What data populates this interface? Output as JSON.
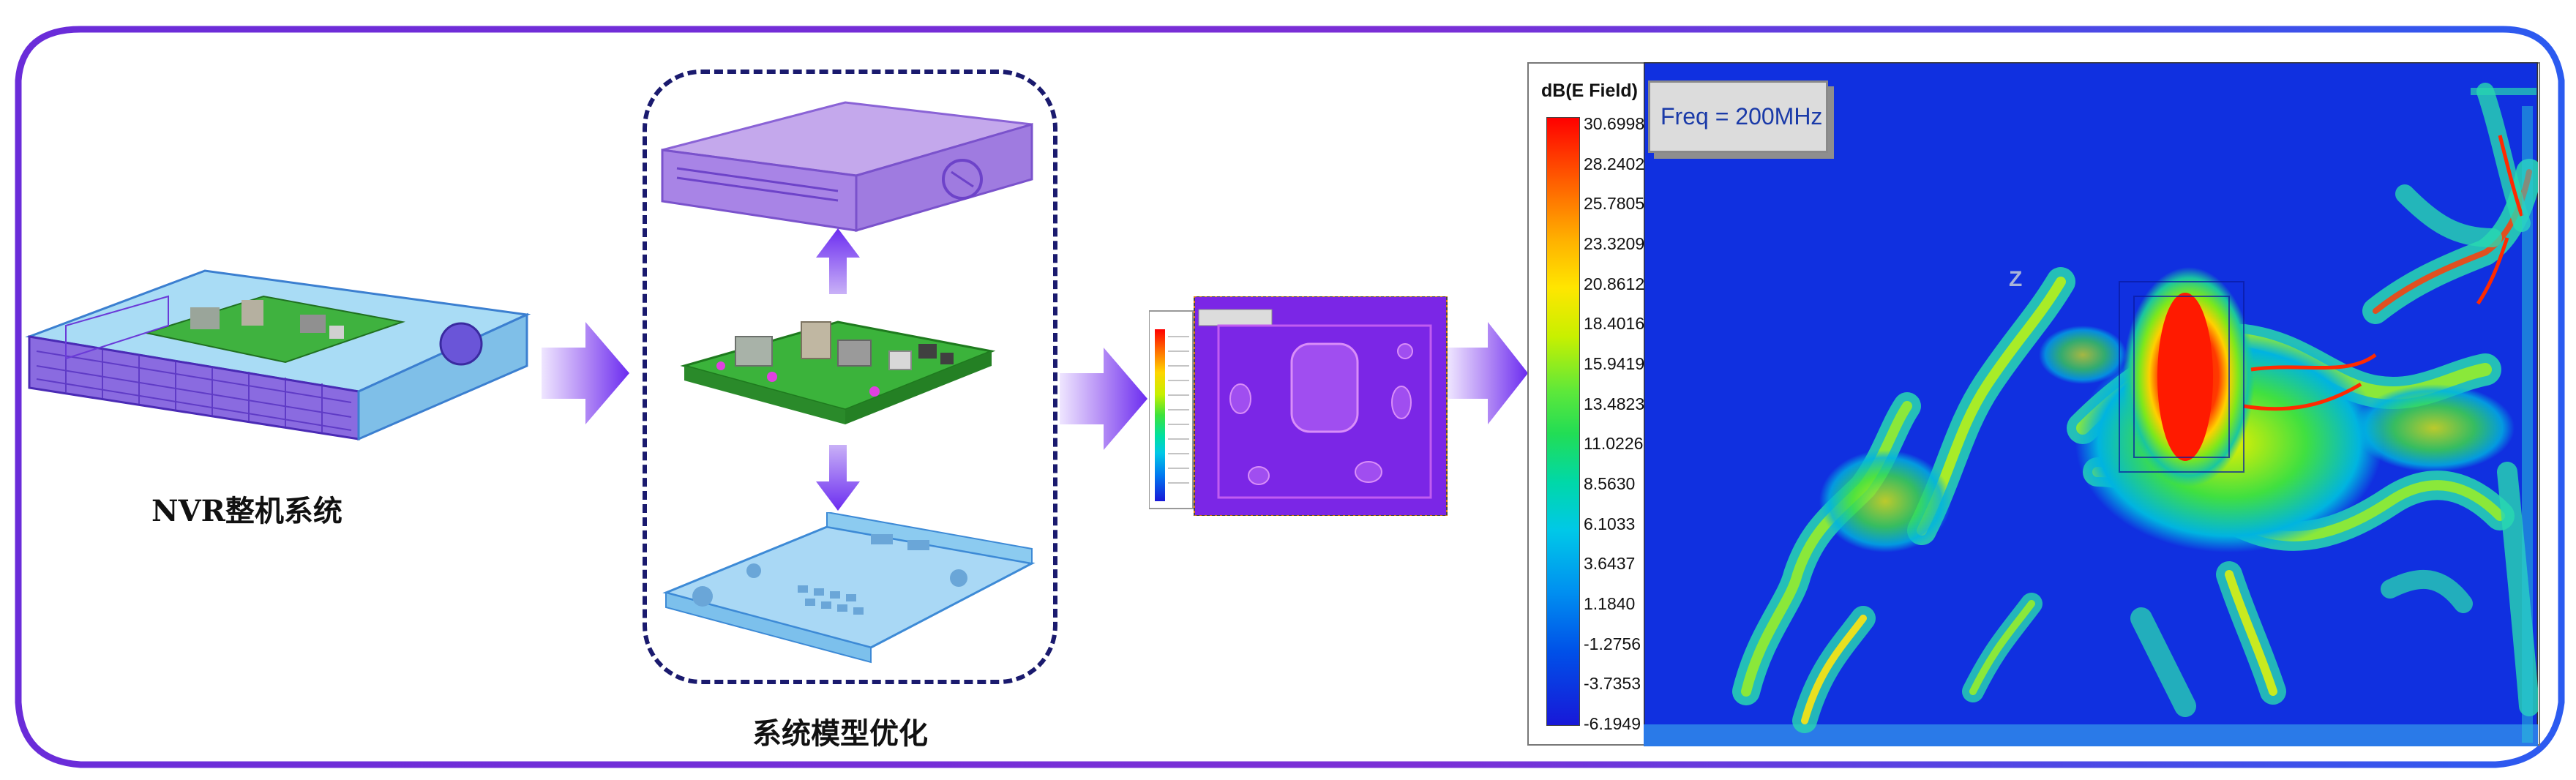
{
  "captions": {
    "nvr_system": "NVR整机系统",
    "model_optimization": "系统模型优化"
  },
  "field_plot": {
    "colorbar_title": "dB(E Field)",
    "colorbar_ticks": [
      "30.6998",
      "28.2402",
      "25.7805",
      "23.3209",
      "20.8612",
      "18.4016",
      "15.9419",
      "13.4823",
      "11.0226",
      "8.5630",
      "6.1033",
      "3.6437",
      "1.1840",
      "-1.2756",
      "-3.7353",
      "-6.1949"
    ],
    "frequency_label": "Freq = 200MHz",
    "axis_marker": "Z"
  },
  "colors": {
    "frame_gradient_start": "#6a2cd9",
    "frame_gradient_end": "#2b5bf0",
    "arrow_purple": "#7a3cf0",
    "field_background": "#1030e0",
    "dashed_border": "#1a1a6e"
  }
}
